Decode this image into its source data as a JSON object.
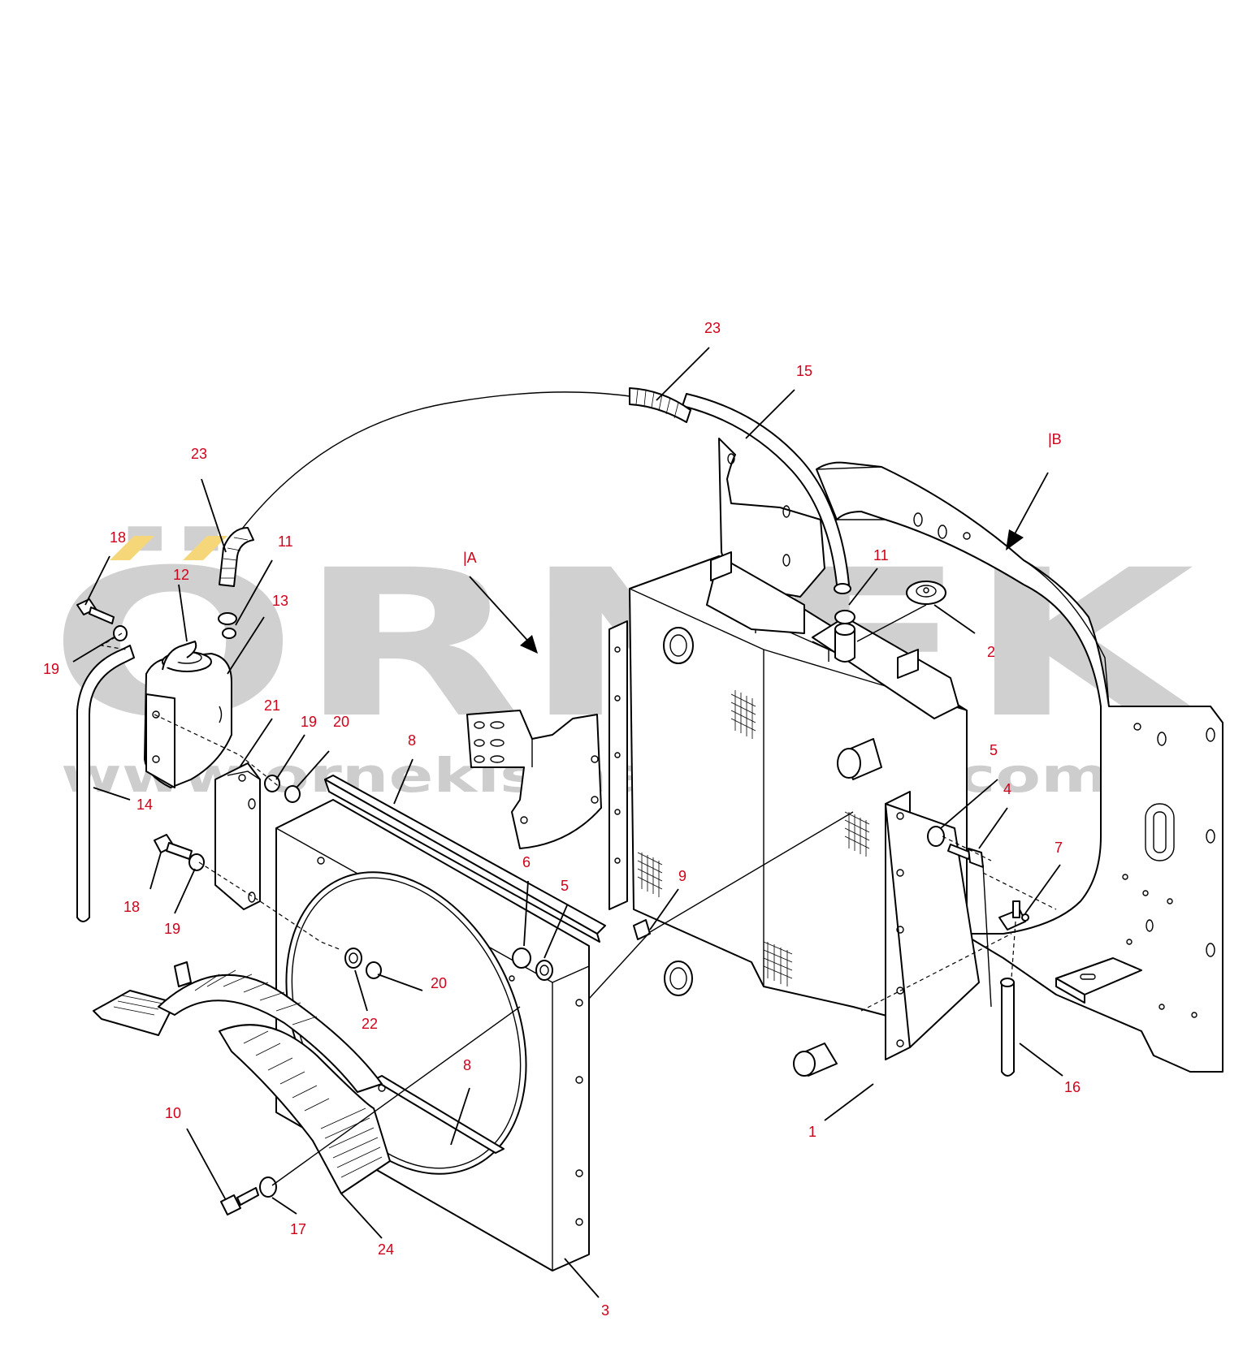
{
  "diagram": {
    "watermark": {
      "logo_text": "ÖRNEK",
      "url_text": "www.ornekismakinalari.com.tr"
    },
    "callouts": [
      {
        "id": "c-23-top",
        "label": "23"
      },
      {
        "id": "c-15",
        "label": "15"
      },
      {
        "id": "c-B",
        "label": "|B"
      },
      {
        "id": "c-23-left",
        "label": "23"
      },
      {
        "id": "c-18-top",
        "label": "18"
      },
      {
        "id": "c-12",
        "label": "12"
      },
      {
        "id": "c-11-left",
        "label": "11"
      },
      {
        "id": "c-13",
        "label": "13"
      },
      {
        "id": "c-A",
        "label": "|A"
      },
      {
        "id": "c-11-right",
        "label": "11"
      },
      {
        "id": "c-2",
        "label": "2"
      },
      {
        "id": "c-19-top",
        "label": "19"
      },
      {
        "id": "c-21",
        "label": "21"
      },
      {
        "id": "c-19-mid",
        "label": "19"
      },
      {
        "id": "c-20-top",
        "label": "20"
      },
      {
        "id": "c-8-top",
        "label": "8"
      },
      {
        "id": "c-5-right",
        "label": "5"
      },
      {
        "id": "c-4",
        "label": "4"
      },
      {
        "id": "c-14",
        "label": "14"
      },
      {
        "id": "c-7",
        "label": "7"
      },
      {
        "id": "c-6",
        "label": "6"
      },
      {
        "id": "c-5-mid",
        "label": "5"
      },
      {
        "id": "c-9",
        "label": "9"
      },
      {
        "id": "c-18-bottom",
        "label": "18"
      },
      {
        "id": "c-19-bottom",
        "label": "19"
      },
      {
        "id": "c-20-bottom",
        "label": "20"
      },
      {
        "id": "c-22",
        "label": "22"
      },
      {
        "id": "c-8-bottom",
        "label": "8"
      },
      {
        "id": "c-16",
        "label": "16"
      },
      {
        "id": "c-1",
        "label": "1"
      },
      {
        "id": "c-10",
        "label": "10"
      },
      {
        "id": "c-17",
        "label": "17"
      },
      {
        "id": "c-24",
        "label": "24"
      },
      {
        "id": "c-3",
        "label": "3"
      }
    ]
  }
}
